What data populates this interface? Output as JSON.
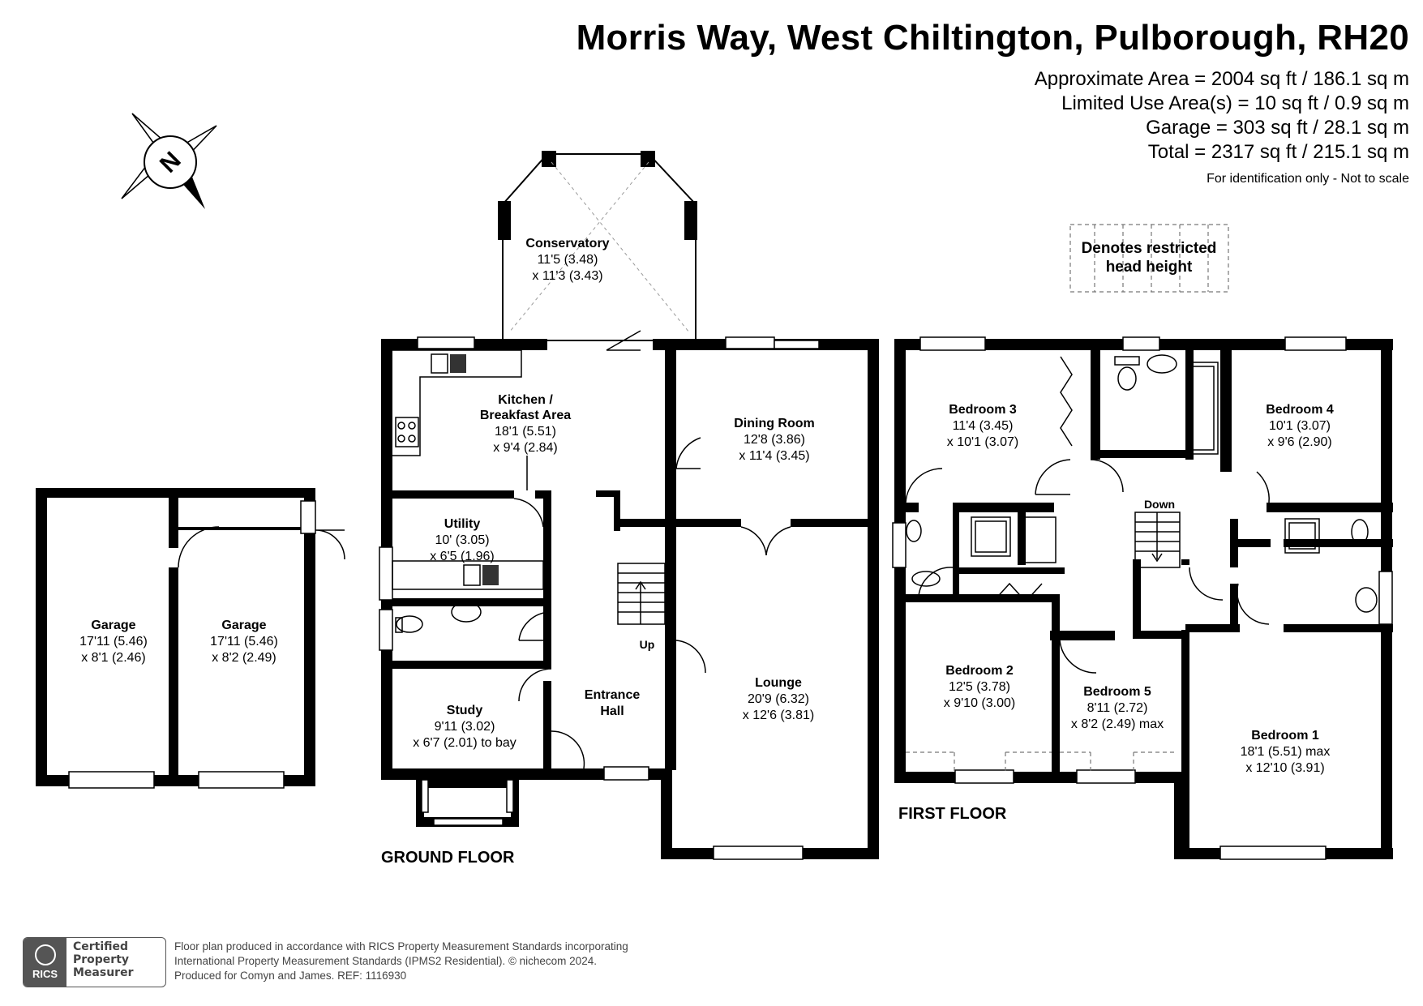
{
  "header": {
    "title": "Morris Way, West Chiltington, Pulborough, RH20",
    "approx_area": "Approximate Area = 2004 sq ft / 186.1 sq m",
    "limited_use": "Limited Use Area(s) = 10 sq ft / 0.9 sq m",
    "garage_area": "Garage  = 303 sq ft / 28.1 sq m",
    "total_area": "Total = 2317 sq ft / 215.1 sq m",
    "note": "For identification only - Not to scale"
  },
  "compass": {
    "label": "N"
  },
  "legend": {
    "line1": "Denotes restricted",
    "line2": "head height"
  },
  "floors": {
    "ground": "GROUND FLOOR",
    "first": "FIRST FLOOR"
  },
  "rooms": {
    "garage_left": {
      "name": "Garage",
      "dim1": "17'11 (5.46)",
      "dim2": "x 8'1 (2.46)"
    },
    "garage_right": {
      "name": "Garage",
      "dim1": "17'11 (5.46)",
      "dim2": "x 8'2 (2.49)"
    },
    "conservatory": {
      "name": "Conservatory",
      "dim1": "11'5 (3.48)",
      "dim2": "x 11'3 (3.43)"
    },
    "kitchen": {
      "name1": "Kitchen /",
      "name2": "Breakfast Area",
      "dim1": "18'1 (5.51)",
      "dim2": "x 9'4 (2.84)"
    },
    "utility": {
      "name": "Utility",
      "dim1": "10' (3.05)",
      "dim2": "x 6'5 (1.96)"
    },
    "study": {
      "name": "Study",
      "dim1": "9'11 (3.02)",
      "dim2": "x 6'7 (2.01) to bay"
    },
    "entrance_hall": {
      "name1": "Entrance",
      "name2": "Hall"
    },
    "dining": {
      "name": "Dining Room",
      "dim1": "12'8 (3.86)",
      "dim2": "x 11'4 (3.45)"
    },
    "lounge": {
      "name": "Lounge",
      "dim1": "20'9 (6.32)",
      "dim2": "x 12'6 (3.81)"
    },
    "bedroom3": {
      "name": "Bedroom 3",
      "dim1": "11'4 (3.45)",
      "dim2": "x 10'1 (3.07)"
    },
    "bedroom4": {
      "name": "Bedroom 4",
      "dim1": "10'1 (3.07)",
      "dim2": "x 9'6 (2.90)"
    },
    "bedroom2": {
      "name": "Bedroom 2",
      "dim1": "12'5 (3.78)",
      "dim2": "x 9'10 (3.00)"
    },
    "bedroom5": {
      "name": "Bedroom 5",
      "dim1": "8'11 (2.72)",
      "dim2": "x 8'2 (2.49) max"
    },
    "bedroom1": {
      "name": "Bedroom 1",
      "dim1": "18'1 (5.51) max",
      "dim2": "x 12'10 (3.91)"
    }
  },
  "stairs": {
    "up": "Up",
    "down": "Down"
  },
  "footer": {
    "badge_rics": "RICS",
    "badge_line1": "Certified",
    "badge_line2": "Property",
    "badge_line3": "Measurer",
    "line1": "Floor plan produced in accordance with RICS Property Measurement Standards incorporating",
    "line2": "International Property Measurement Standards (IPMS2 Residential).   © nichecom 2024.",
    "line3": "Produced for Comyn and James.   REF:  1116930"
  }
}
